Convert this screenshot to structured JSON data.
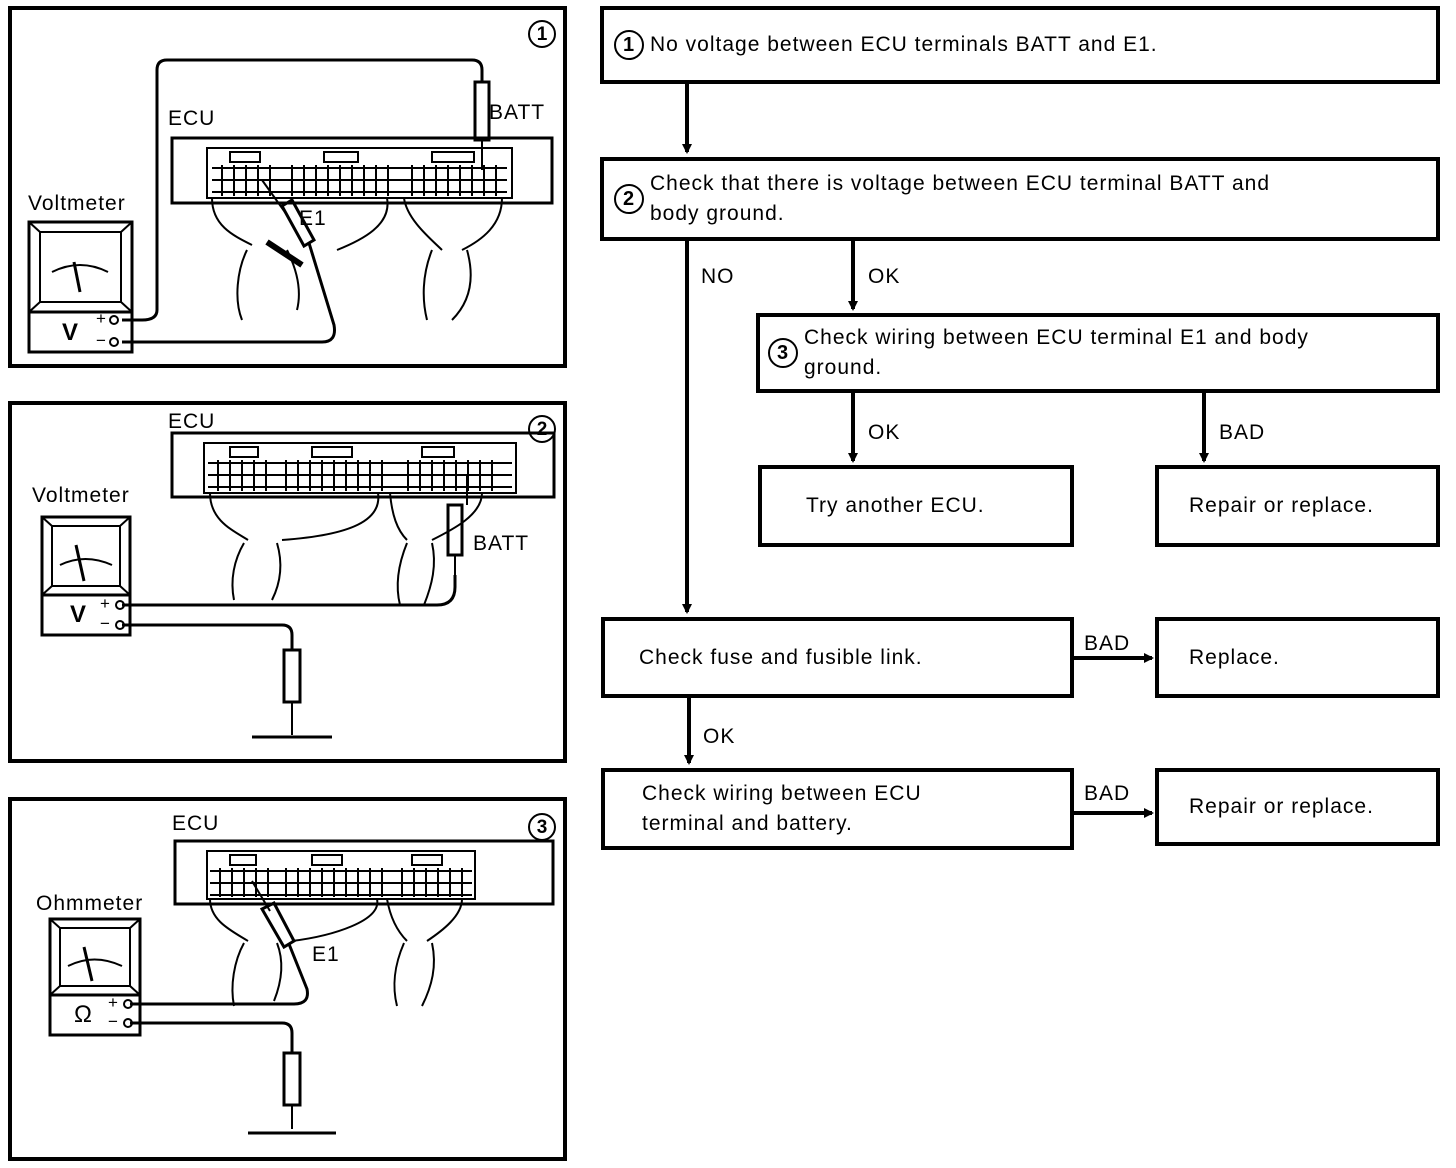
{
  "diagram1": {
    "number": "1",
    "ecu_label": "ECU",
    "batt_label": "BATT",
    "e1_label": "E1",
    "meter_label": "Voltmeter",
    "meter_symbol": "V",
    "plus": "+",
    "minus": "−"
  },
  "diagram2": {
    "number": "2",
    "ecu_label": "ECU",
    "batt_label": "BATT",
    "meter_label": "Voltmeter",
    "meter_symbol": "V",
    "plus": "+",
    "minus": "−"
  },
  "diagram3": {
    "number": "3",
    "ecu_label": "ECU",
    "e1_label": "E1",
    "meter_label": "Ohmmeter",
    "meter_symbol": "Ω",
    "plus": "+",
    "minus": "−"
  },
  "flow": {
    "step1": {
      "number": "1",
      "text": "No voltage between ECU terminals BATT and E1."
    },
    "step2": {
      "number": "2",
      "text_line1": "Check that there is voltage between ECU terminal BATT and",
      "text_line2": "body ground."
    },
    "step3": {
      "number": "3",
      "text_line1": "Check wiring between ECU terminal E1 and body",
      "text_line2": "ground."
    },
    "try_ecu": "Try another ECU.",
    "repair1": "Repair or replace.",
    "fuse": "Check fuse and fusible link.",
    "replace": "Replace.",
    "wiring_line1": "Check wiring between ECU",
    "wiring_line2": "terminal and battery.",
    "repair2": "Repair or replace.",
    "labels": {
      "no": "NO",
      "ok_a": "OK",
      "ok_b": "OK",
      "bad_a": "BAD",
      "bad_b": "BAD",
      "ok_c": "OK",
      "bad_c": "BAD"
    }
  }
}
